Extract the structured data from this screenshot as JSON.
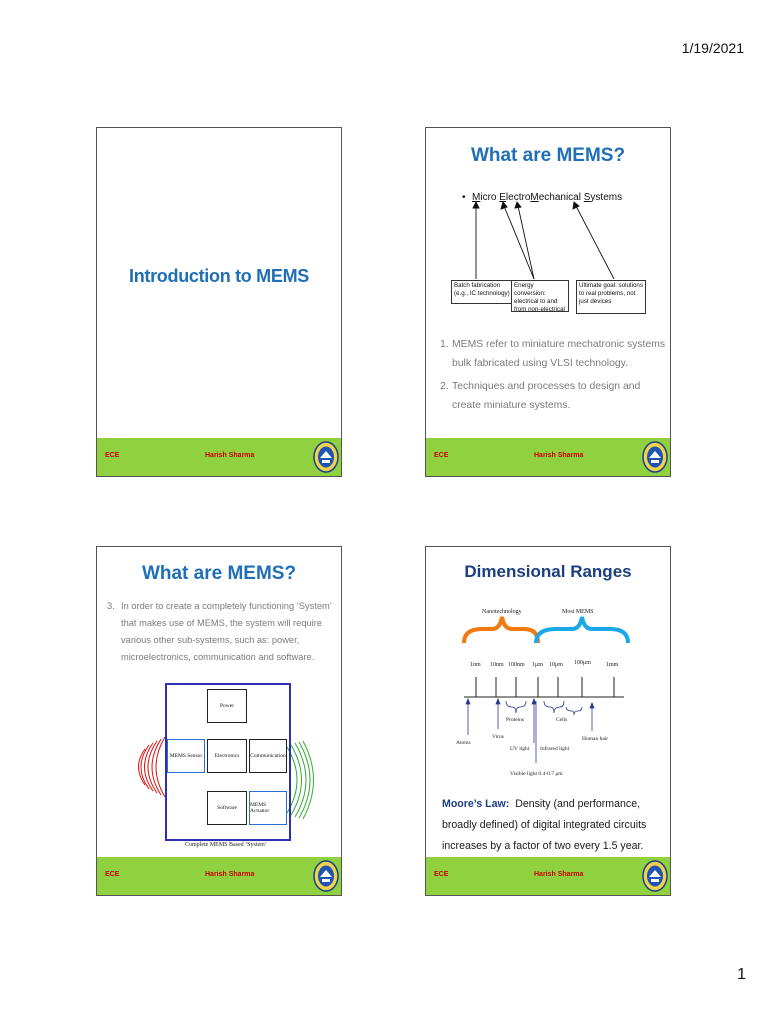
{
  "header": {
    "date": "1/19/2021"
  },
  "page_number": "1",
  "footer": {
    "left": "ECE",
    "author": "Harish Sharma"
  },
  "slides": [
    {
      "title": "Introduction to MEMS"
    },
    {
      "title": "What are MEMS?",
      "figure": {
        "heading_parts": [
          "M",
          "icro ",
          "E",
          "lectro",
          "M",
          "echanical ",
          "S",
          "ystems"
        ],
        "boxes": [
          "Batch fabrication (e.g., IC technology)",
          "Energy conversion: electrical to and from non-electrical",
          "Ultimate goal: solutions to real problems, not just devices"
        ]
      },
      "list": [
        {
          "num": "1.",
          "text": "MEMS refer to miniature mechatronic systems bulk fabricated using VLSI technology."
        },
        {
          "num": "2.",
          "text": "Techniques and processes to design and create miniature systems."
        }
      ]
    },
    {
      "title": "What are MEMS?",
      "list": [
        {
          "num": "3.",
          "text": "In order to create a completely functioning ‘System’ that makes use of MEMS, the system will require various other sub-systems, such as: power, microelectronics, communication and software."
        }
      ],
      "figure": {
        "blocks": [
          "Power",
          "MEMS Sensor",
          "Electronics",
          "Communication",
          "Software",
          "MEMS Actuator"
        ],
        "caption": "Complete MEMS Based ‘System’"
      }
    },
    {
      "title": "Dimensional Ranges",
      "figure": {
        "brace_labels": [
          "Nanotechnology",
          "Most MEMS"
        ],
        "ticks": [
          "1nm",
          "10nm",
          "100nm",
          "1μm",
          "10μm",
          "100μm",
          "1mm"
        ],
        "labels": [
          "Atoms",
          "Virus",
          "Proteins",
          "UV light",
          "Infrared light",
          "Cells",
          "Human hair",
          "Visible light 0.4-0.7 μm"
        ]
      },
      "moore_label": "Moore’s Law:",
      "moore_text": "Density (and performance, broadly defined) of digital integrated circuits increases by a factor of two every 1.5 year."
    }
  ],
  "colors": {
    "title_blue": "#1f6fb7",
    "footer_green": "#8fd13f",
    "footer_text": "#cc0000"
  }
}
